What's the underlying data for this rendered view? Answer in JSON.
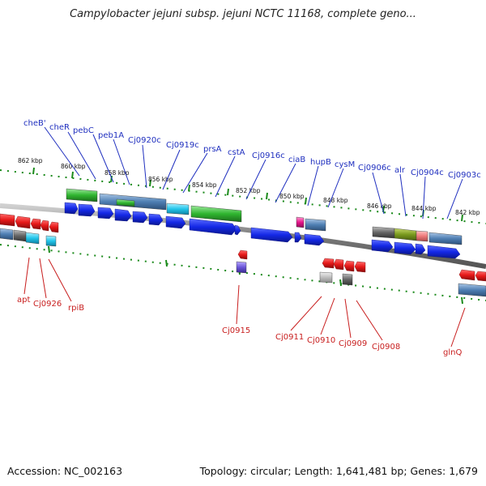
{
  "title": "Campylobacter jejuni subsp. jejuni NCTC 11168, complete geno...",
  "footer": {
    "accession": "Accession: NC_002163",
    "stats": "Topology: circular; Length: 1,641,481 bp; Genes: 1,679"
  },
  "colors": {
    "forward_label": "#1f2fbf",
    "reverse_label": "#c81e1e",
    "forward_gene": "#1428e6",
    "reverse_gene": "#e61919",
    "tick": "#1a8a1a",
    "backbone": "#7a7a7a"
  },
  "scale_labels": [
    "862 kbp",
    "860 kbp",
    "858 kbp",
    "856 kbp",
    "854 kbp",
    "852 kbp",
    "850 kbp",
    "848 kbp",
    "846 kbp",
    "844 kbp",
    "842 kbp"
  ],
  "forward_genes": [
    "cheB'",
    "cheR",
    "pebC",
    "peb1A",
    "Cj0920c",
    "Cj0919c",
    "prsA",
    "cstA",
    "Cj0916c",
    "ciaB",
    "hupB",
    "cysM",
    "Cj0906c",
    "alr",
    "Cj0904c",
    "Cj0903c"
  ],
  "reverse_genes": [
    "apt",
    "Cj0926",
    "rpiB",
    "Cj0915",
    "Cj0911",
    "Cj0910",
    "Cj0909",
    "Cj0908",
    "glnQ"
  ]
}
